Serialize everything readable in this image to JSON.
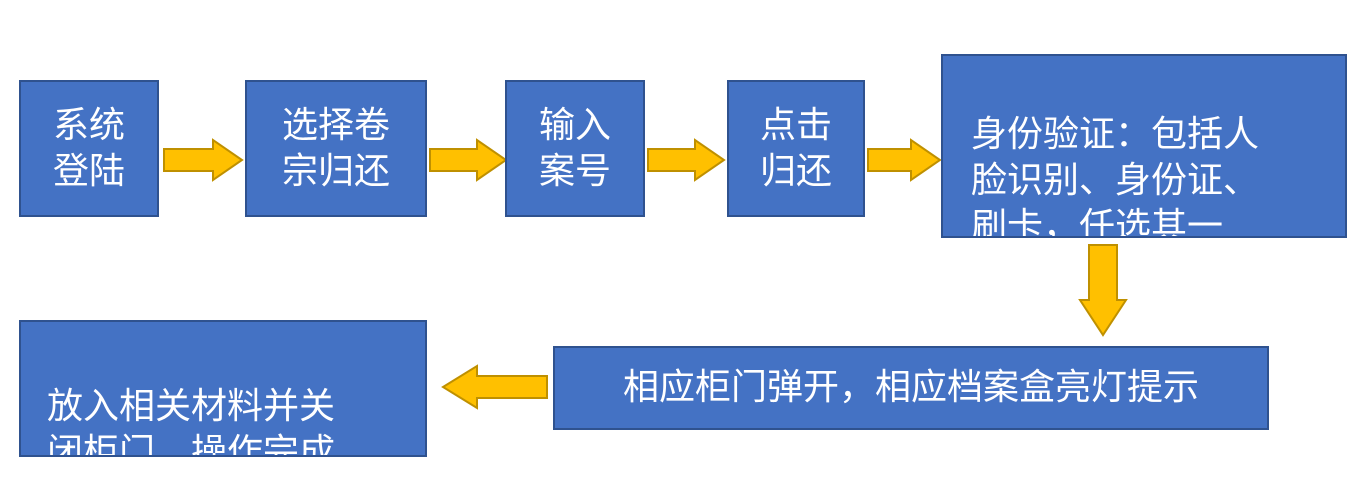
{
  "steps": {
    "login": "系统\n登陆",
    "select_return": "选择卷\n宗归还",
    "enter_case_no": "输入\n案号",
    "click_return": "点击\n归还",
    "identity_verify": "身份验证：包括人\n脸识别、身份证、\n刷卡，任选其一",
    "cabinet_open": "相应柜门弹开，相应档案盒亮灯提示",
    "place_and_close": "放入相关材料并关\n闭柜门，操作完成"
  },
  "colors": {
    "box_fill": "#4472c4",
    "box_border": "#2f528f",
    "arrow_fill": "#ffc000",
    "arrow_border": "#bf9000",
    "text": "#ffffff"
  }
}
